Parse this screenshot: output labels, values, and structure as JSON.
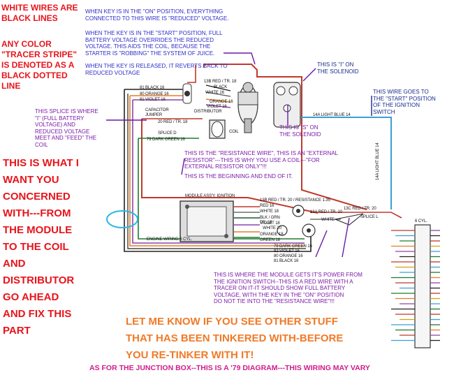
{
  "top_left": {
    "white_wires": "WHITE WIRES ARE\nBLACK LINES",
    "tracer": "ANY COLOR\n\"TRACER STRIPE\"\nIS DENOTED AS A\nBLACK DOTTED\nLINE"
  },
  "concern_note": "THIS IS WHAT I\nWANT YOU\nCONCERNED\nWITH---FROM\nTHE MODULE\nTO THE COIL\nAND\nDISTRIBUTOR\nGO AHEAD\nAND FIX THIS\nPART",
  "notes": {
    "key_on": "WHEN KEY IS IN THE \"ON\" POSITION, EVERYTHING\nCONNECTED TO THIS WIRE IS \"REDUCED\" VOLTAGE.",
    "key_start": "WHEN THE KEY IS IN THE \"START\" POSITION, FULL\nBATTERY VOLTAGE OVERRIDES THE REDUCED\nVOLTAGE. THIS AIDS THE COIL, BECAUSE THE\nSTARTER IS \"ROBBING\" THE SYSTEM OF JUICE.",
    "key_released": "WHEN THE KEY IS RELEASED, IT REVERTS BACK TO\nREDUCED VOLTAGE",
    "i_solenoid": "THIS IS \"I\" ON\nTHE SOLENOID",
    "start_wire": "THIS WIRE GOES TO\nTHE \"START\" POSITION\nOF THE IGNITION\nSWITCH",
    "splice": "THIS SPLICE IS WHERE\n\"I\" (FULL BATTERY\nVOLTAGE) AND\nREDUCED VOLTAGE\nMEET AND \"FEED\" THE\nCOIL",
    "s_solenoid": "THIS IS \"S\" ON\nTHE SOLENOID",
    "resistance": "THIS IS THE \"RESISTANCE WIRE\", THIS IS AN \"EXTERNAL\nRESISTOR\"---THIS IS WHY YOU USE A COIL---\"FOR\nEXTERNAL RESISTOR ONLY\"!!!",
    "beginning": "THIS IS THE BEGINNING AND END OF IT.",
    "module_power": "THIS IS WHERE THE MODULE GETS IT'S POWER FROM\nTHE IGNITION SWITCH--THIS IS A RED WIRE WITH A\nTRACER ON IT-IT SHOULD SHOW FULL BATTERY\nVOLTAGE, WITH THE KEY IN THE \"ON\" POSITION\nDO NOT TIE INTO THE \"RESISTANCE WIRE\"!!!"
  },
  "bottom_note": "LET ME KNOW IF YOU SEE OTHER STUFF\nTHAT HAS BEEN TINKERED WITH-BEFORE\nYOU RE-TINKER WITH IT!",
  "footer": "AS FOR THE JUNCTION BOX--THIS IS A '79 DIAGRAM---THIS WIRING MAY VARY",
  "labels": {
    "w81": "81 BLACK 16",
    "w80": "80 ORANGE 16",
    "w81v": "81 VIOLET 16",
    "w13b": "13B RED / TR. 18",
    "black": "BLACK",
    "white": "WHITE 16",
    "orange": "ORANGE 16",
    "violet": "VIOLET 16",
    "distributor": "DISTRIBUTOR",
    "capacitor": "CAPACITOR\nJUMPER",
    "w20": "20 RED / TR. 18",
    "splice_d": "SPLICE D",
    "coil": "COIL",
    "w79": "79 DARK GREEN 16",
    "w14a": "14A LIGHT BLUE 14",
    "lightblue": "14A LIGHT BLUE 14",
    "module": "MODULE ASS'Y. IGNITION",
    "m13b": "13B RED / TR. 20 / RESISTANCE 1.35",
    "red16": "RED 16",
    "white18": "WHITE 18",
    "blkgrn": "BLK / GRN\nTR. 18",
    "white20": "WHITE 20",
    "violet18": "VIOLET 18",
    "m13a": "13A RED / TR. 10",
    "m13c": "13C RED / TR. 20",
    "mwhite": "WHITE",
    "splice_l": "SPLICE L",
    "orange18": "ORANGE 18",
    "green18": "GREEN 18",
    "m79": "79 DARK GREEN 16",
    "m82": "82 VIOLET 16",
    "m80": "80 ORANGE 16",
    "m81": "81 BLACK 16",
    "engine_wiring": "ENGINE WIRING 6 CYL.",
    "six_cyl": "6 CYL."
  }
}
